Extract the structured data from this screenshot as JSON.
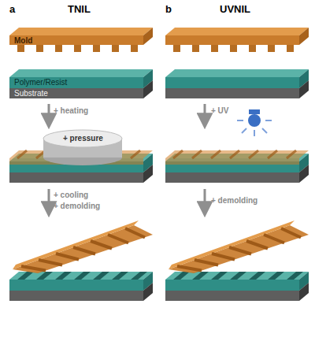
{
  "diagram": {
    "nodes": [
      {
        "text": [
          "Mold"
        ]
      },
      {
        "text": [
          "Polymer/Resist"
        ]
      },
      {
        "text": [
          "Substrate"
        ]
      },
      {
        "text": [
          "+ pressure"
        ]
      }
    ],
    "labels": [
      "a",
      "TNIL",
      "b",
      "UVNIL",
      "+ heating",
      "+ UV",
      "+ cooling",
      "+ demolding",
      "+ demolding"
    ]
  }
}
